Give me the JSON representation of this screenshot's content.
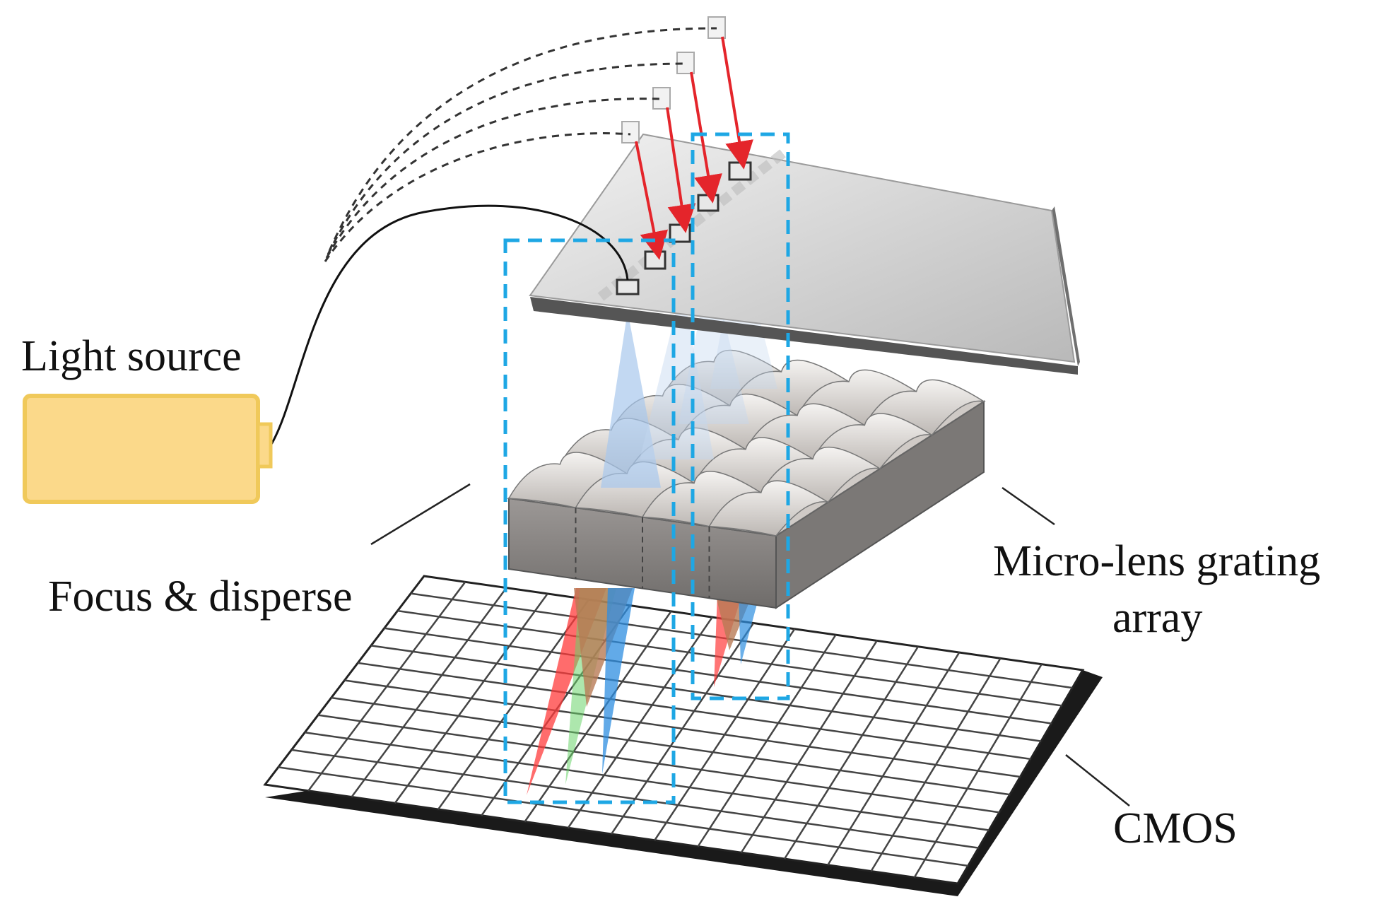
{
  "labels": {
    "light_source": "Light source",
    "focus_disperse": "Focus & disperse",
    "micro_lens_line1": "Micro-lens grating",
    "micro_lens_line2": "array",
    "cmos": "CMOS"
  },
  "colors": {
    "battery_fill": "#fbd98a",
    "battery_border": "#f0c95a",
    "dashed_box": "#1ea7e4",
    "arrow": "#e4252b",
    "plate": "#d9d9d9",
    "lens_body": "#8c8a89",
    "lens_top": "#e3e0de",
    "cone_light": "#a8c8ec",
    "dispersion_red": "#ff3b3b",
    "dispersion_green": "#6ad36a",
    "dispersion_blue": "#2d8ee0",
    "sensor_edge": "#1a1a1a"
  },
  "grid": {
    "rows": 12,
    "cols": 16
  },
  "lens_grid": {
    "rows": 4,
    "cols": 4
  }
}
